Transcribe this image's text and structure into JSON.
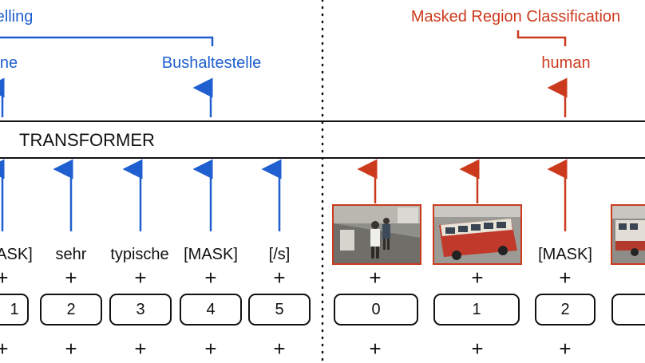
{
  "colors": {
    "text_task": "#1f5fcf",
    "visual_task": "#cc3a1e",
    "dark": "#111111"
  },
  "tasks": {
    "text_task_title": "elling",
    "text_outputs": [
      "ne",
      "Bushaltestelle"
    ],
    "visual_task_title": "Masked Region Classification",
    "visual_output": "human"
  },
  "transformer_label": "TRANSFORMER",
  "text_tokens": [
    "ASK]",
    "sehr",
    "typische",
    "[MASK]",
    "[/s]"
  ],
  "text_positions": [
    "1",
    "2",
    "3",
    "4",
    "5"
  ],
  "visual_tokens": [
    "image-region",
    "image-region",
    "[MASK]",
    "image-region"
  ],
  "visual_positions": [
    "0",
    "1",
    "2",
    ""
  ],
  "plus": "+"
}
